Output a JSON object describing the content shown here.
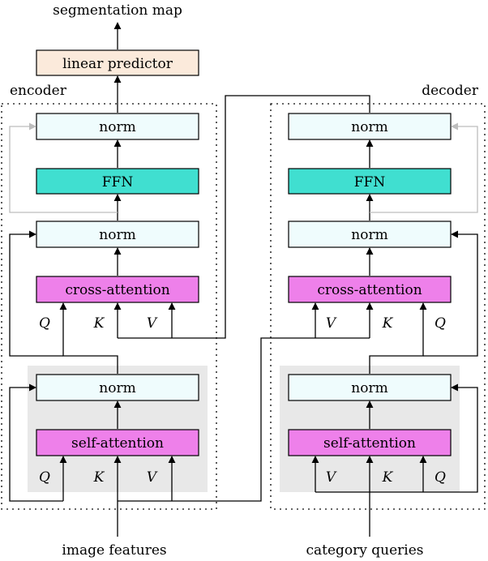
{
  "title_top": "segmentation map",
  "predictor_label": "linear predictor",
  "encoder": {
    "label": "encoder",
    "norm_top": "norm",
    "ffn": "FFN",
    "norm_mid": "norm",
    "cross_attention": "cross-attention",
    "cross_q": "Q",
    "cross_k": "K",
    "cross_v": "V",
    "norm_bottom": "norm",
    "self_attention": "self-attention",
    "self_q": "Q",
    "self_k": "K",
    "self_v": "V",
    "input": "image features"
  },
  "decoder": {
    "label": "decoder",
    "norm_top": "norm",
    "ffn": "FFN",
    "norm_mid": "norm",
    "cross_attention": "cross-attention",
    "cross_v": "V",
    "cross_k": "K",
    "cross_q": "Q",
    "norm_bottom": "norm",
    "self_attention": "self-attention",
    "self_v": "V",
    "self_k": "K",
    "self_q": "Q",
    "input": "category queries"
  },
  "colors": {
    "norm_fill": "#effcfd",
    "ffn_fill": "#40dfd0",
    "attention_fill": "#ee80ea",
    "predictor_fill": "#fbeadb",
    "self_block_bg": "#e8e8e8",
    "residual_gray": "#bdbdbd"
  }
}
